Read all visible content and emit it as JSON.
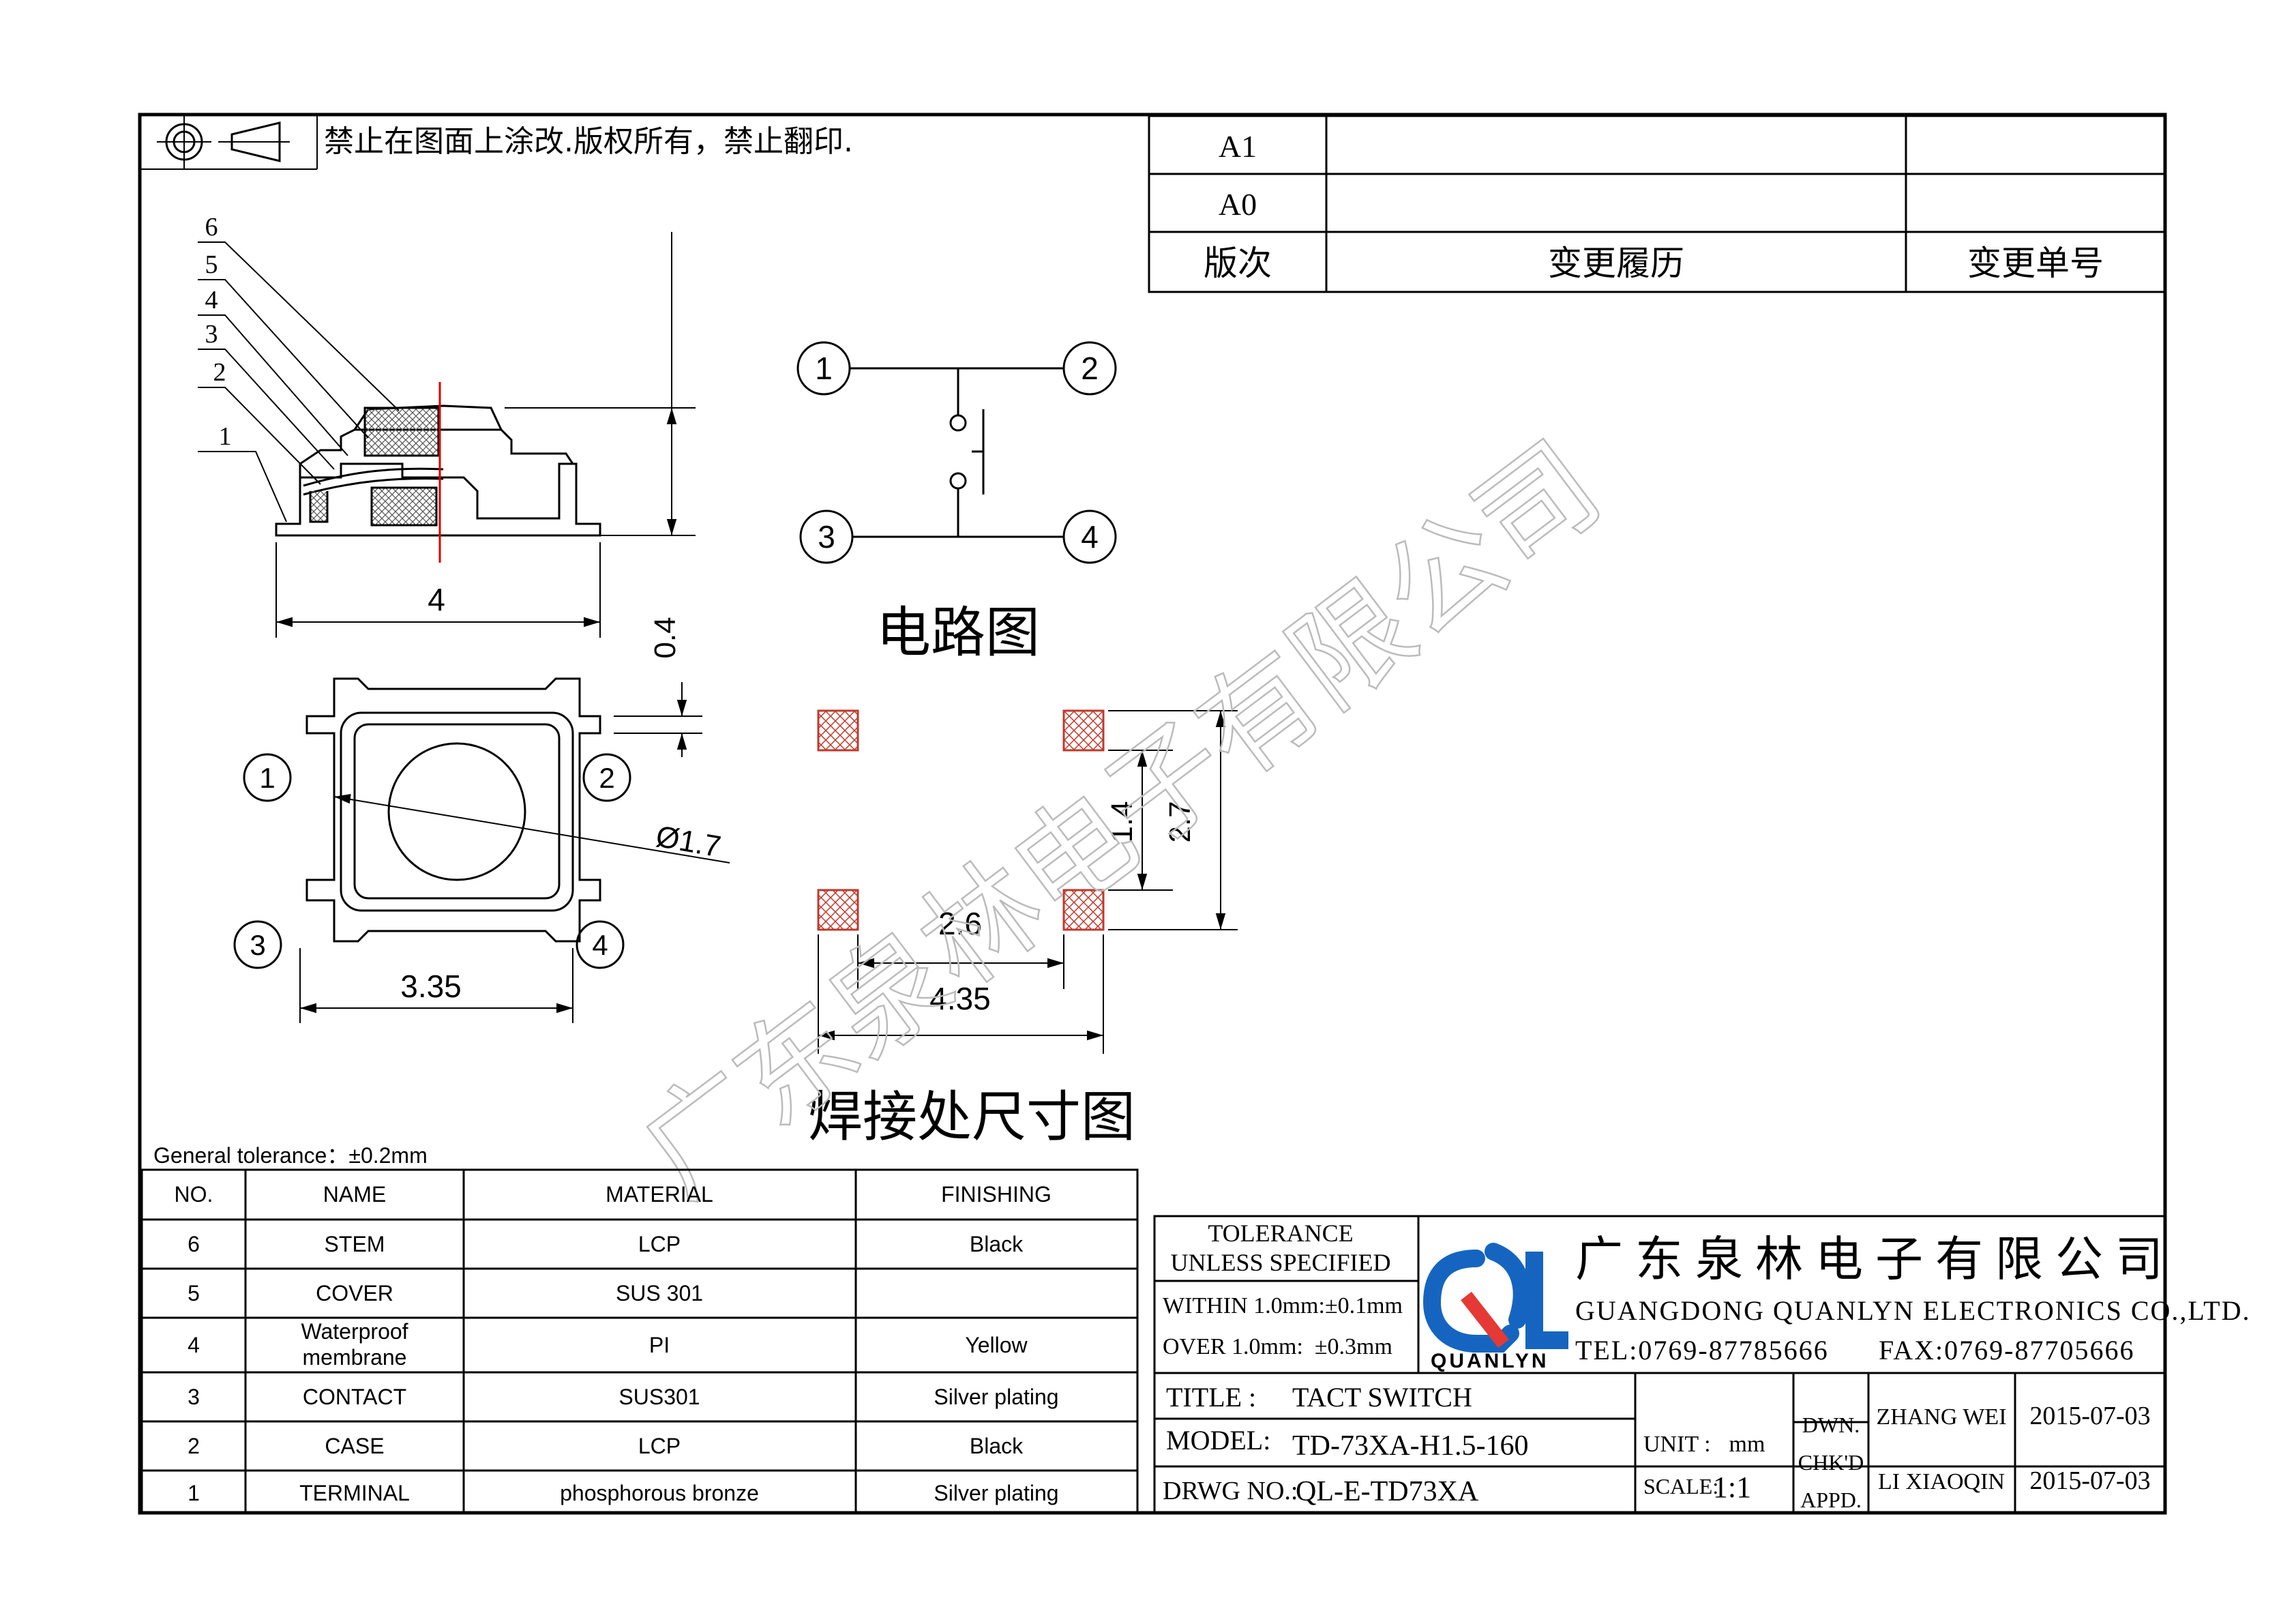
{
  "notice": "禁止在图面上涂改.版权所有，禁止翻印.",
  "revision_table": {
    "rows": [
      {
        "version": "A1",
        "history": "",
        "change_no": ""
      },
      {
        "version": "A0",
        "history": "",
        "change_no": ""
      }
    ],
    "header": {
      "version": "版次",
      "history": "变更履历",
      "change_no": "变更单号"
    }
  },
  "side_view": {
    "part_numbers": [
      "6",
      "5",
      "4",
      "3",
      "2",
      "1"
    ],
    "width_dim": "4"
  },
  "top_view": {
    "pins": [
      "1",
      "2",
      "3",
      "4"
    ],
    "dim_stem": "Ø1.7",
    "dim_width": "3.35",
    "dim_pin": "0.4"
  },
  "circuit": {
    "pins": [
      "1",
      "2",
      "3",
      "4"
    ],
    "label": "电路图"
  },
  "solder_pad": {
    "dim_inner_w": "2.6",
    "dim_outer_w": "4.35",
    "dim_inner_h": "1.4",
    "dim_outer_h": "2.7",
    "label": "焊接处尺寸图"
  },
  "watermark": "广东泉林电子有限公司",
  "tolerance_note": "General tolerance：±0.2mm",
  "bom": {
    "headers": [
      "NO.",
      "NAME",
      "MATERIAL",
      "FINISHING"
    ],
    "rows": [
      {
        "no": "6",
        "name": "STEM",
        "material": "LCP",
        "finishing": "Black"
      },
      {
        "no": "5",
        "name": "COVER",
        "material": "SUS 301",
        "finishing": ""
      },
      {
        "no": "4",
        "name": "Waterproof membrane",
        "material": "PI",
        "finishing": "Yellow"
      },
      {
        "no": "3",
        "name": "CONTACT",
        "material": "SUS301",
        "finishing": "Silver plating"
      },
      {
        "no": "2",
        "name": "CASE",
        "material": "LCP",
        "finishing": "Black"
      },
      {
        "no": "1",
        "name": "TERMINAL",
        "material": "phosphorous bronze",
        "finishing": "Silver plating"
      }
    ]
  },
  "title_block": {
    "tolerance_title_1": "TOLERANCE",
    "tolerance_title_2": "UNLESS SPECIFIED",
    "within": "WITHIN 1.0mm:±0.1mm",
    "over": "OVER 1.0mm:  ±0.3mm",
    "company_cn": "广东泉林电子有限公司",
    "company_en": "GUANGDONG QUANLYN ELECTRONICS CO.,LTD.",
    "logo_text": "QUANLYN",
    "tel": "TEL:0769-87785666",
    "fax": "FAX:0769-87705666",
    "title_label": "TITLE :",
    "title_value": "TACT SWITCH",
    "model_label": "MODEL:",
    "model_value": "TD-73XA-H1.5-160",
    "drwg_label": "DRWG NO.:",
    "drwg_value": "QL-E-TD73XA",
    "unit_label": "UNIT :",
    "unit_value": "mm",
    "scale_label": "SCALE:",
    "scale_value": "1:1",
    "dwn": "DWN.",
    "chkd": "CHK'D",
    "appd": "APPD.",
    "drawn_by": "ZHANG WEI",
    "checked_by": "LI XIAOQIN",
    "date1": "2015-07-03",
    "date2": "2015-07-03"
  },
  "colors": {
    "logo_blue": "#1565c0",
    "logo_red": "#e53935",
    "pad_red": "#c0392b",
    "centerline_red": "#e00000"
  }
}
